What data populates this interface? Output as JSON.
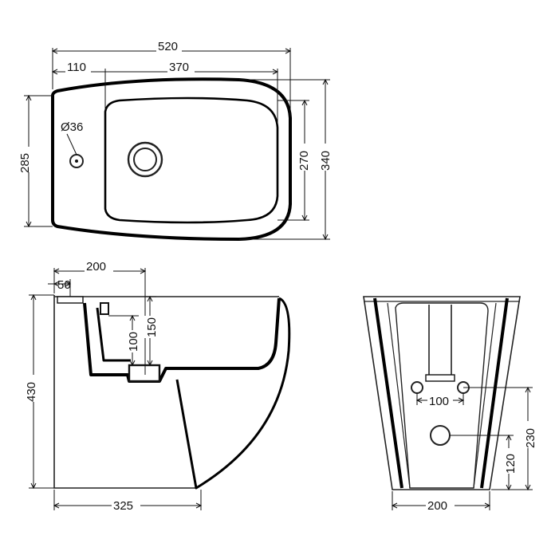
{
  "top_view": {
    "overall_width": "520",
    "offset_left": "110",
    "bowl_width": "370",
    "hole_diameter": "Ø36",
    "overall_depth_left": "285",
    "bowl_depth": "270",
    "overall_depth": "340"
  },
  "side_view": {
    "depth_200": "200",
    "offset_50": "50",
    "height_430": "430",
    "drop_100": "100",
    "drop_150": "150",
    "base_325": "325"
  },
  "back_view": {
    "bolt_spacing": "100",
    "base_200": "200",
    "height_230": "230",
    "height_120": "120"
  }
}
